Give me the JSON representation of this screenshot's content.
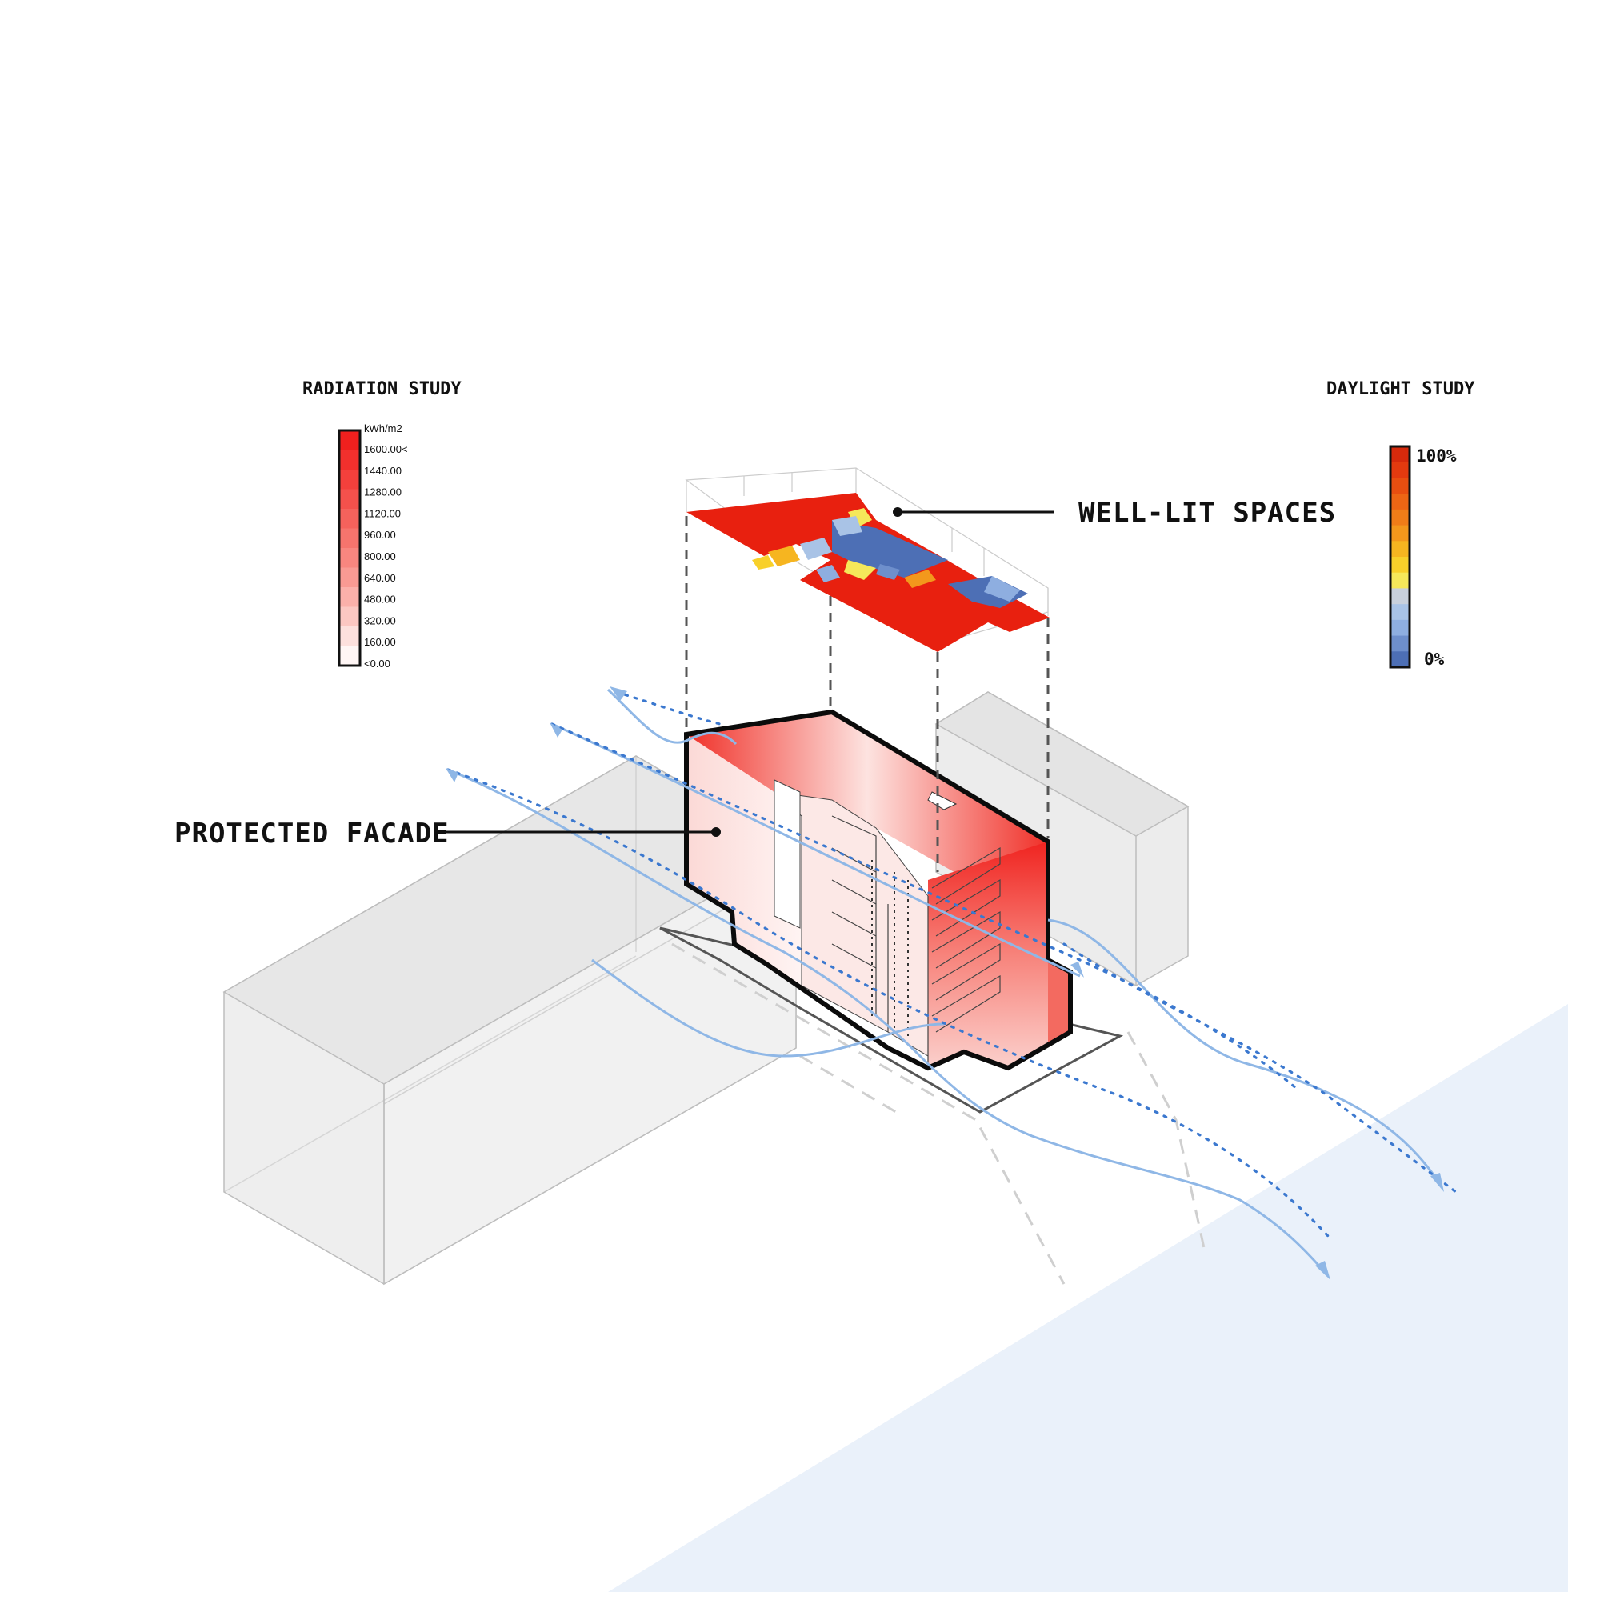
{
  "radiation_legend": {
    "title": "RADIATION STUDY",
    "unit": "kWh/m2",
    "labels": [
      "1600.00<",
      "1440.00",
      "1280.00",
      "1120.00",
      "960.00",
      "800.00",
      "640.00",
      "480.00",
      "320.00",
      "160.00",
      "<0.00"
    ],
    "colors": [
      "#f0201e",
      "#f2302d",
      "#f3403c",
      "#f4514c",
      "#f5625c",
      "#f6746d",
      "#f8867f",
      "#f99a93",
      "#fbb0aa",
      "#fcc7c2",
      "#fde0dd",
      "#fff6f5"
    ]
  },
  "daylight_legend": {
    "title": "DAYLIGHT STUDY",
    "max_label": "100%",
    "min_label": "0%",
    "colors": [
      "#d62a0c",
      "#e33a0f",
      "#e84e10",
      "#ed6514",
      "#f07d18",
      "#f3981c",
      "#f6b520",
      "#f8d02a",
      "#f5e85a",
      "#c8d0dc",
      "#a9c3e6",
      "#8eaee0",
      "#6e8fcc",
      "#4d6fb5"
    ]
  },
  "annotations": {
    "well_lit": "WELL-LIT SPACES",
    "protected": "PROTECTED FACADE"
  },
  "colors": {
    "heat_red": "#e8200f",
    "radiation_red": "#f02a24",
    "daylight_blue": "#4d6fb5",
    "wind_blue": "#8fb7e6",
    "wind_dot_blue": "#3b78cf",
    "water_blue": "#eaf1fa",
    "context_gray": "#efefef"
  }
}
